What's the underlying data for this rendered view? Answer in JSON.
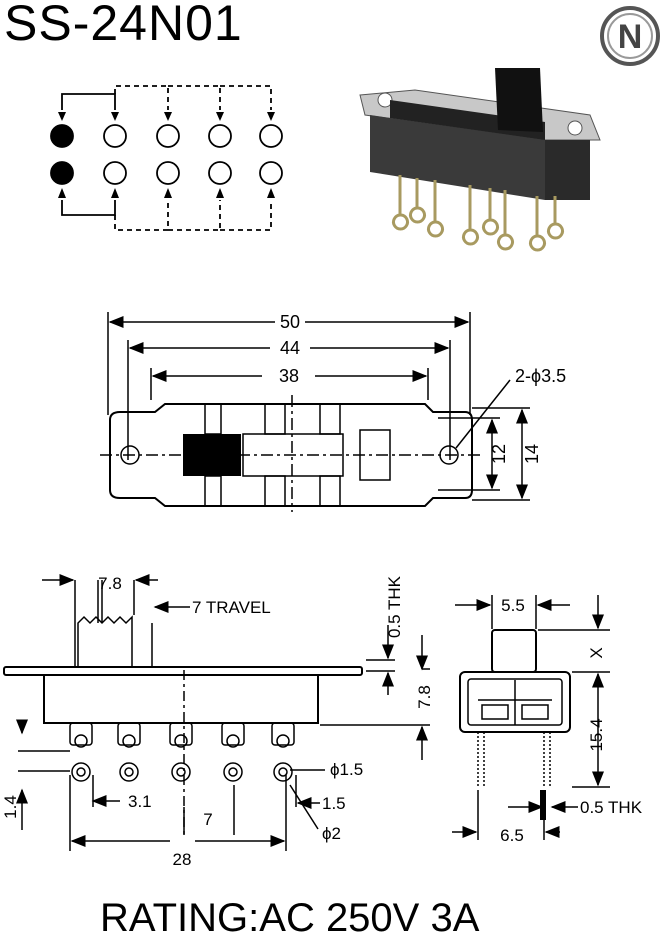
{
  "title": "SS-24N01",
  "rating": "RATING:AC 250V 3A",
  "logo_letter": "N",
  "top_view": {
    "dim_overall": "50",
    "dim_mount": "44",
    "dim_slot": "38",
    "hole_callout": "2-ϕ3.5",
    "dim_h_inner": "12",
    "dim_h_outer": "14"
  },
  "side_view": {
    "dim_actuator": "7.8",
    "travel": "7 TRAVEL",
    "plate_thk": "0.5 THK",
    "dim_height": "7.8",
    "terminal_hole": "ϕ1.5",
    "dim_offset_left": "1.4",
    "dim_pitch": "3.1",
    "dim_pin": "1.5",
    "dim_spacing": "7",
    "pin_dia": "ϕ2",
    "dim_span": "28"
  },
  "end_view": {
    "dim_knob": "5.5",
    "dim_x": "X",
    "dim_body": "15.4",
    "pin_thk": "0.5 THK",
    "dim_pin_span": "6.5"
  }
}
